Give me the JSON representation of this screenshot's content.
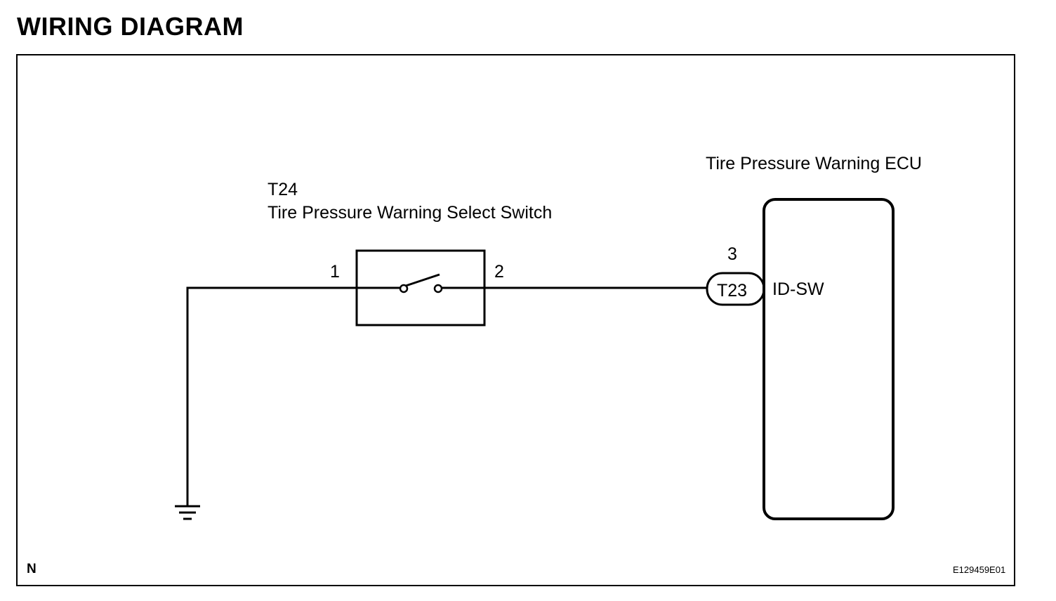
{
  "title": "WIRING DIAGRAM",
  "switch": {
    "connector_id": "T24",
    "name": "Tire Pressure Warning Select Switch",
    "pin_left": "1",
    "pin_right": "2"
  },
  "ecu": {
    "name": "Tire Pressure Warning ECU",
    "pin_number": "3",
    "connector_id": "T23",
    "terminal_name": "ID-SW"
  },
  "corner_mark": "N",
  "figure_id": "E129459E01",
  "colors": {
    "line": "#000000",
    "background": "#ffffff"
  }
}
